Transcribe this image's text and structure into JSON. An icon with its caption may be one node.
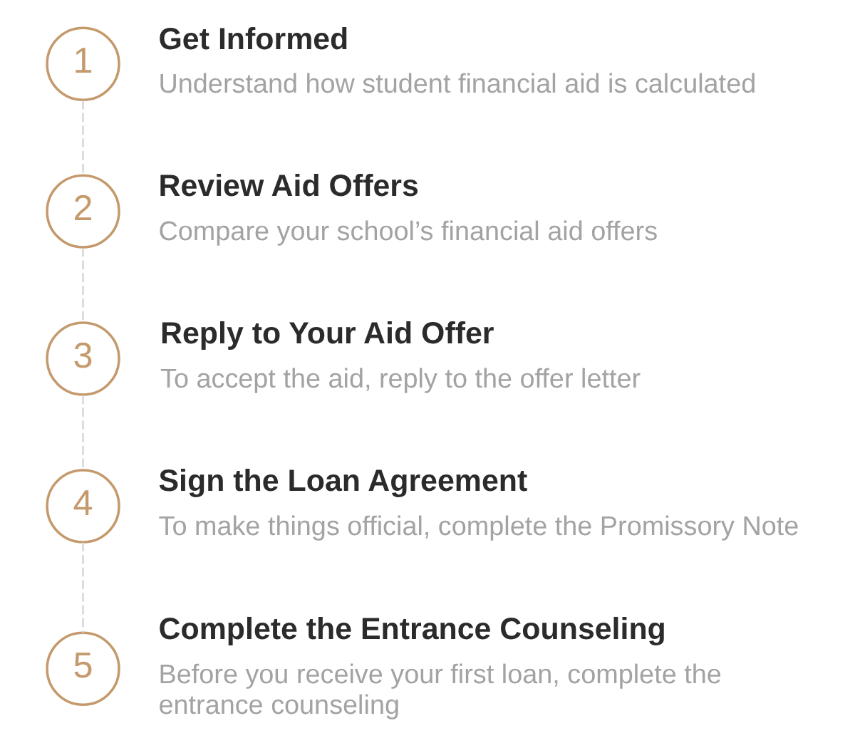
{
  "diagram": {
    "nodes": [
      {
        "text": [
          "1"
        ],
        "beside": [
          "Get Informed",
          "Understand how student financial aid is calculated"
        ]
      },
      {
        "text": [
          "2"
        ],
        "beside": [
          "Review Aid Offers",
          "Compare your school’s financial aid offers"
        ]
      },
      {
        "text": [
          "3"
        ],
        "beside": [
          "Reply to Your Aid Offer",
          "To accept the aid, reply to the offer letter"
        ]
      },
      {
        "text": [
          "4"
        ],
        "beside": [
          "Sign the Loan Agreement",
          "To make things official, complete the Promissory Note"
        ]
      },
      {
        "text": [
          "5"
        ],
        "beside": [
          "Complete the Entrance Counseling",
          "Before you receive your first loan, complete the entrance counseling"
        ]
      }
    ],
    "edges": [
      {
        "from": 0,
        "to": 1,
        "arrow": "none",
        "style": "dashed"
      },
      {
        "from": 1,
        "to": 2,
        "arrow": "none",
        "style": "dashed"
      },
      {
        "from": 2,
        "to": 3,
        "arrow": "none",
        "style": "dashed"
      },
      {
        "from": 3,
        "to": 4,
        "arrow": "none",
        "style": "dashed"
      }
    ]
  }
}
